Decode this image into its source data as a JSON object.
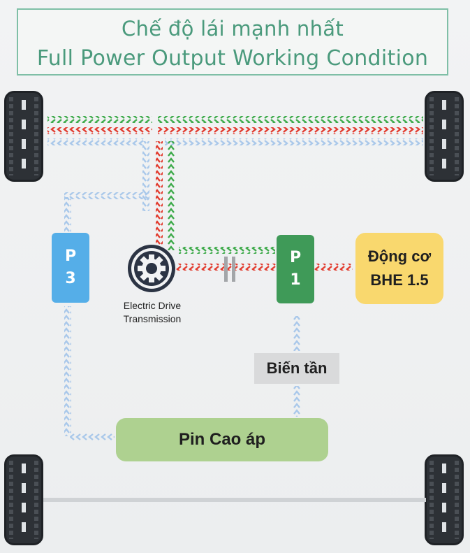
{
  "title": {
    "vietnamese": "Chế độ lái mạnh nhất",
    "english": "Full Power Output Working Condition"
  },
  "components": {
    "p3": {
      "line1": "P",
      "line2": "3"
    },
    "p1": {
      "line1": "P",
      "line2": "1"
    },
    "engine": {
      "line1": "Động cơ",
      "line2": "BHE 1.5"
    },
    "inverter": "Biến tần",
    "battery": "Pin Cao áp",
    "electric_drive": {
      "line1": "Electric Drive",
      "line2": "Transmission"
    }
  },
  "colors": {
    "green_flow": "#3daa4a",
    "red_flow": "#e23b2e",
    "blue_flow": "#a9c8ea",
    "p3_box": "#55aee8",
    "p1_box": "#3f9a58",
    "engine_box": "#f9d86e",
    "battery_box": "#aed190",
    "title_text": "#4a9a7c"
  }
}
